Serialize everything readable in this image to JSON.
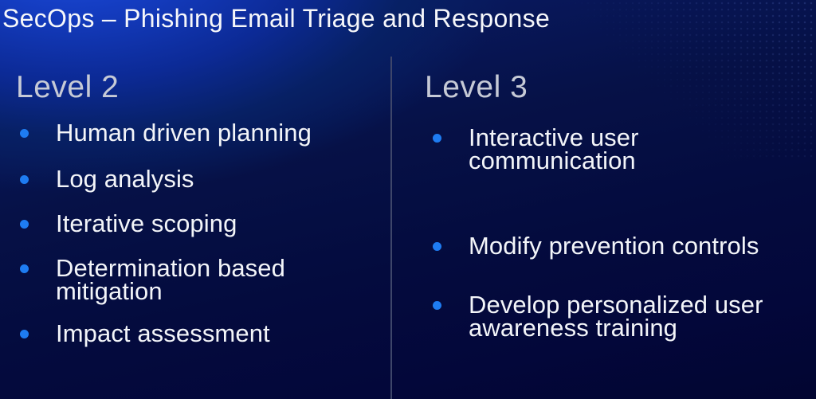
{
  "slide": {
    "title": "SecOps – Phishing Email Triage and Response"
  },
  "columns": [
    {
      "heading": "Level 2",
      "items": [
        "Human driven planning",
        "Log analysis",
        "Iterative scoping",
        "Determination based mitigation",
        "Impact assessment"
      ]
    },
    {
      "heading": "Level 3",
      "items": [
        "Interactive user communication",
        "Modify prevention controls",
        "Develop personalized user awareness training"
      ]
    }
  ],
  "colors": {
    "bullet": "#1e7cf2",
    "divider": "#3e466a",
    "heading": "#c6cad6",
    "text": "#f3f5f9",
    "background_top_left": "#1d4fe0",
    "background_dark": "#03073a"
  }
}
